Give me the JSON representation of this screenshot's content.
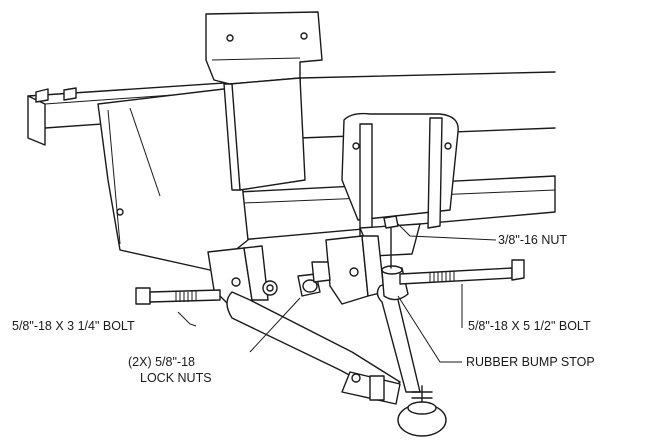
{
  "callouts": {
    "nut": "3/8\"-16 NUT",
    "bolt_short": "5/8\"-18 X 3 1/4\" BOLT",
    "bolt_long": "5/8\"-18 X 5 1/2\" BOLT",
    "lock_nuts_line1": "(2X) 5/8\"-18",
    "lock_nuts_line2": "LOCK NUTS",
    "bump_stop": "RUBBER BUMP STOP"
  }
}
